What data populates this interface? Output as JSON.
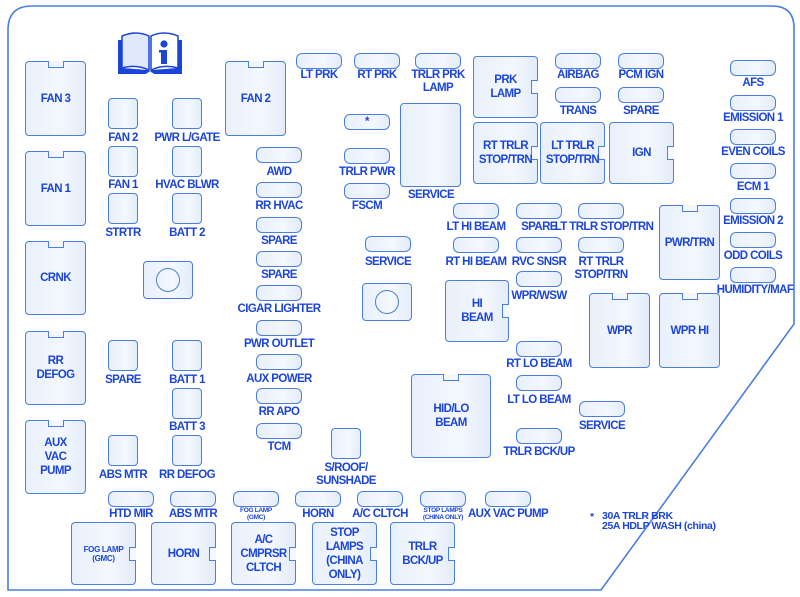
{
  "diagram": {
    "title": "Fuse box diagram",
    "colors": {
      "outline": "#4a7ee0",
      "text": "#1b45d9",
      "fill": "#eef4fc"
    },
    "info_icon": "info-book-icon",
    "footnote": {
      "marker": "*",
      "lines": [
        "30A TRLR BRK",
        "25A HDLP WASH (china)"
      ]
    },
    "big_relays": [
      {
        "id": "fan3",
        "label": "FAN 3"
      },
      {
        "id": "fan1",
        "label": "FAN 1"
      },
      {
        "id": "crnk",
        "label": "CRNK"
      },
      {
        "id": "rrdefog",
        "label": "RR\nDEFOG"
      },
      {
        "id": "auxvac",
        "label": "AUX\nVAC\nPUMP"
      },
      {
        "id": "fan2",
        "label": "FAN 2"
      },
      {
        "id": "service",
        "label": ""
      },
      {
        "id": "prklamp",
        "label": "PRK\nLAMP"
      },
      {
        "id": "rttrlr",
        "label": "RT TRLR\nSTOP/TRN"
      },
      {
        "id": "lttrlr",
        "label": "LT TRLR\nSTOP/TRN"
      },
      {
        "id": "ign",
        "label": "IGN"
      },
      {
        "id": "pwrtrn",
        "label": "PWR/TRN"
      },
      {
        "id": "hibeam",
        "label": "HI\nBEAM"
      },
      {
        "id": "wpr",
        "label": "WPR"
      },
      {
        "id": "wprhi",
        "label": "WPR HI"
      },
      {
        "id": "hidlo",
        "label": "HID/LO\nBEAM"
      },
      {
        "id": "foglamp",
        "label": "FOG LAMP\n(GMC)"
      },
      {
        "id": "horn",
        "label": "HORN"
      },
      {
        "id": "accmprsr",
        "label": "A/C\nCMPRSR\nCLTCH"
      },
      {
        "id": "stoplamps",
        "label": "STOP\nLAMPS\n(CHINA\nONLY)"
      },
      {
        "id": "trlrbckup",
        "label": "TRLR\nBCK/UP"
      }
    ],
    "square_fuses": [
      {
        "id": "sq_fan2",
        "label": "FAN 2"
      },
      {
        "id": "sq_pwrlgate",
        "label": "PWR L/GATE"
      },
      {
        "id": "sq_fan1",
        "label": "FAN 1"
      },
      {
        "id": "sq_hvacblwr",
        "label": "HVAC BLWR"
      },
      {
        "id": "sq_strtr",
        "label": "STRTR"
      },
      {
        "id": "sq_batt2",
        "label": "BATT 2"
      },
      {
        "id": "sq_spare",
        "label": "SPARE"
      },
      {
        "id": "sq_batt1",
        "label": "BATT 1"
      },
      {
        "id": "sq_batt3",
        "label": "BATT 3"
      },
      {
        "id": "sq_absmtr",
        "label": "ABS MTR"
      },
      {
        "id": "sq_rrdefog",
        "label": "RR DEFOG"
      },
      {
        "id": "sq_sroof",
        "label": "S/ROOF/\nSUNSHADE"
      }
    ],
    "mini_fuses": [
      {
        "id": "ltprk",
        "label": "LT PRK"
      },
      {
        "id": "rtprk",
        "label": "RT PRK"
      },
      {
        "id": "trlrprk",
        "label": "TRLR PRK\nLAMP"
      },
      {
        "id": "star",
        "label": "*"
      },
      {
        "id": "trlrpwr",
        "label": "TRLR PWR"
      },
      {
        "id": "fscm",
        "label": "FSCM"
      },
      {
        "id": "airbag",
        "label": "AIRBAG"
      },
      {
        "id": "trans",
        "label": "TRANS"
      },
      {
        "id": "pcmign",
        "label": "PCM IGN"
      },
      {
        "id": "spare_r",
        "label": "SPARE"
      },
      {
        "id": "afs",
        "label": "AFS"
      },
      {
        "id": "emission1",
        "label": "EMISSION 1"
      },
      {
        "id": "evencoils",
        "label": "EVEN COILS"
      },
      {
        "id": "ecm1",
        "label": "ECM 1"
      },
      {
        "id": "emission2",
        "label": "EMISSION 2"
      },
      {
        "id": "oddcoils",
        "label": "ODD COILS"
      },
      {
        "id": "humidity",
        "label": "HUMIDITY/MAF"
      },
      {
        "id": "awd",
        "label": "AWD"
      },
      {
        "id": "rrhvac",
        "label": "RR HVAC"
      },
      {
        "id": "spare1",
        "label": "SPARE"
      },
      {
        "id": "spare2",
        "label": "SPARE"
      },
      {
        "id": "cigar",
        "label": "CIGAR LIGHTER"
      },
      {
        "id": "pwroutlet",
        "label": "PWR OUTLET"
      },
      {
        "id": "auxpower",
        "label": "AUX POWER"
      },
      {
        "id": "rrapo",
        "label": "RR APO"
      },
      {
        "id": "tcm",
        "label": "TCM"
      },
      {
        "id": "service_m",
        "label": "SERVICE"
      },
      {
        "id": "lthibeam",
        "label": "LT HI BEAM"
      },
      {
        "id": "rthibeam",
        "label": "RT HI BEAM"
      },
      {
        "id": "spare_c",
        "label": "SPARE"
      },
      {
        "id": "rvcsnsr",
        "label": "RVC SNSR"
      },
      {
        "id": "wprwsw",
        "label": "WPR/WSW"
      },
      {
        "id": "lttrlrstop",
        "label": "LT TRLR STOP/TRN"
      },
      {
        "id": "rttrlrstop",
        "label": "RT TRLR\nSTOP/TRN"
      },
      {
        "id": "rtlobeam",
        "label": "RT LO BEAM"
      },
      {
        "id": "ltlobeam",
        "label": "LT LO BEAM"
      },
      {
        "id": "service_r",
        "label": "SERVICE"
      },
      {
        "id": "trlrbckup_m",
        "label": "TRLR BCK/UP"
      },
      {
        "id": "htdmir",
        "label": "HTD MIR"
      },
      {
        "id": "absmtr_m",
        "label": "ABS MTR"
      },
      {
        "id": "foglamp_m",
        "label": "FOG LAMP\n(GMC)"
      },
      {
        "id": "horn_m",
        "label": "HORN"
      },
      {
        "id": "acclth",
        "label": "A/C CLTCH"
      },
      {
        "id": "stoplamps_m",
        "label": "STOP LAMPS\n(CHINA ONLY)"
      },
      {
        "id": "auxvac_m",
        "label": "AUX VAC PUMP"
      }
    ],
    "service_label": "SERVICE"
  }
}
